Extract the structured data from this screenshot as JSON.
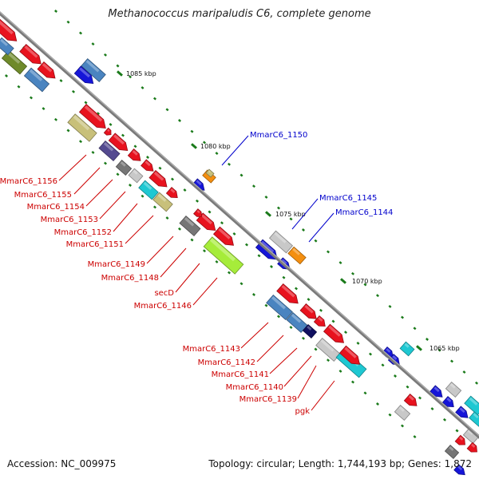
{
  "title": "Methanococcus maripaludis C6, complete genome",
  "footer": {
    "accession": "Accession: NC_009975",
    "summary": "Topology: circular; Length: 1,744,193 bp; Genes: 1,872"
  },
  "colors": {
    "red": "#e8121e",
    "steel_blue": "#4a84c0",
    "blue": "#1515d8",
    "olive": "#c8c07a",
    "dark_olive": "#6f8a2a",
    "slate_purple": "#544a90",
    "gray": "#767676",
    "light_gray": "#c8c8c8",
    "cyan": "#1ec8d2",
    "lime": "#a6ec3a",
    "orange": "#f48f10",
    "navy": "#101060",
    "backbone": "#7a7a7a",
    "tick": "#1a7a1a",
    "label_red": "#cc0000",
    "label_blue": "#0000cc"
  },
  "ticks": [
    "1085 kbp",
    "1080 kbp",
    "1075 kbp",
    "1070 kbp",
    "1065 kbp"
  ],
  "labels_red": [
    "MmarC6_1156",
    "MmarC6_1155",
    "MmarC6_1154",
    "MmarC6_1153",
    "MmarC6_1152",
    "MmarC6_1151",
    "MmarC6_1149",
    "MmarC6_1148",
    "secD",
    "MmarC6_1146",
    "MmarC6_1143",
    "MmarC6_1142",
    "MmarC6_1141",
    "MmarC6_1140",
    "MmarC6_1139",
    "pgk"
  ],
  "labels_blue": [
    "MmarC6_1150",
    "MmarC6_1145",
    "MmarC6_1144"
  ]
}
